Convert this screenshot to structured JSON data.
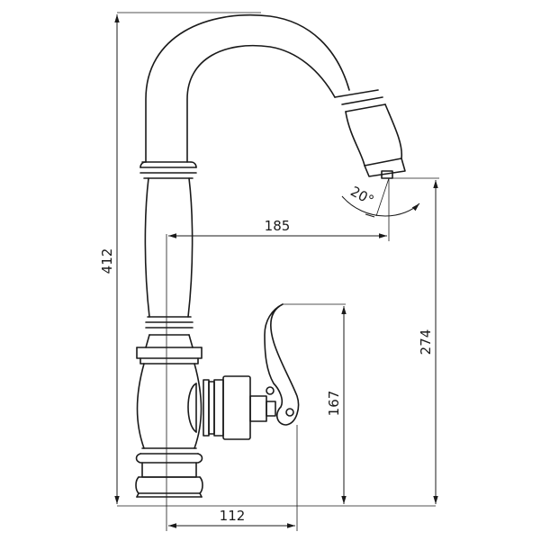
{
  "dimensions": {
    "overall_height": "412",
    "spout_reach": "185",
    "spout_height": "274",
    "lever_height": "167",
    "base_to_lever": "112",
    "spray_angle": "20°"
  }
}
